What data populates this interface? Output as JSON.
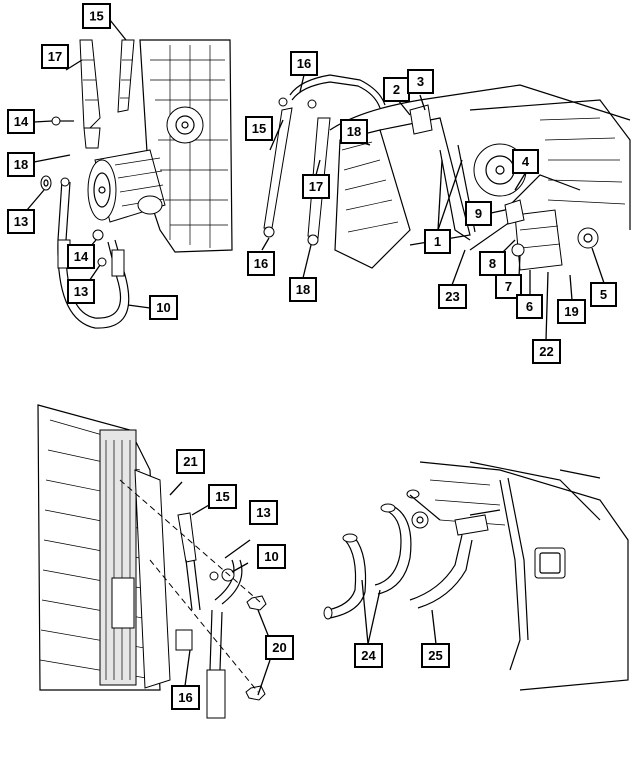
{
  "diagram": {
    "views": [
      {
        "name": "compressor-view",
        "callouts": [
          "15",
          "17",
          "14",
          "18",
          "13",
          "14",
          "13",
          "10"
        ]
      },
      {
        "name": "engine-bay-view",
        "callouts": [
          "16",
          "2",
          "3",
          "15",
          "18",
          "4",
          "17",
          "9",
          "1",
          "16",
          "8",
          "7",
          "6",
          "5",
          "18",
          "23",
          "19",
          "22"
        ]
      },
      {
        "name": "condenser-view",
        "callouts": [
          "21",
          "15",
          "13",
          "10",
          "20",
          "16"
        ]
      },
      {
        "name": "evaporator-view",
        "callouts": [
          "24",
          "25"
        ]
      }
    ]
  }
}
